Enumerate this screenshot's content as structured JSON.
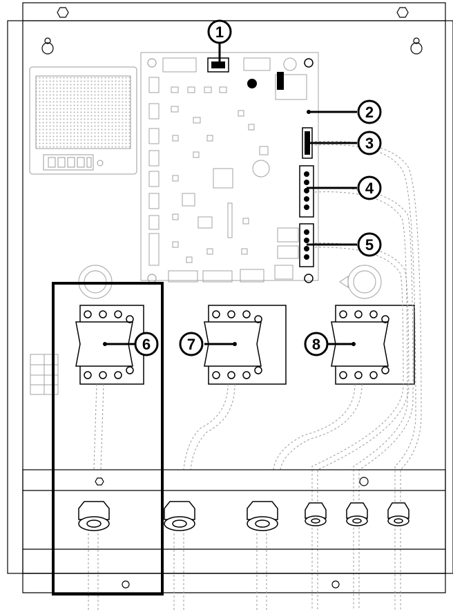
{
  "callouts": [
    {
      "id": "1",
      "label": "1"
    },
    {
      "id": "2",
      "label": "2"
    },
    {
      "id": "3",
      "label": "3"
    },
    {
      "id": "4",
      "label": "4"
    },
    {
      "id": "5",
      "label": "5"
    },
    {
      "id": "6",
      "label": "6"
    },
    {
      "id": "7",
      "label": "7"
    },
    {
      "id": "8",
      "label": "8"
    }
  ],
  "colors": {
    "line": "#000000",
    "light_line": "#9a9a9a",
    "background": "#ffffff"
  }
}
